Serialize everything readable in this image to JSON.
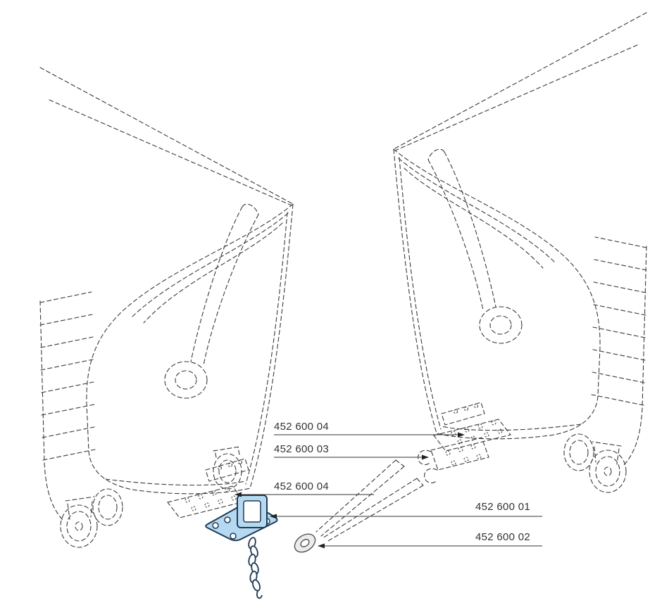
{
  "diagram": {
    "labels": {
      "plate_upper": "452 600 04",
      "bracket": "452 600 03",
      "plate_lower": "452 600 04",
      "lock_bracket": "452 600 01",
      "drawbar": "452 600 02"
    },
    "colors": {
      "line": "#3a3a3a",
      "label_text": "#333333",
      "highlight_fill": "#b5d9f0",
      "highlight_stroke": "#1f3a55"
    }
  }
}
